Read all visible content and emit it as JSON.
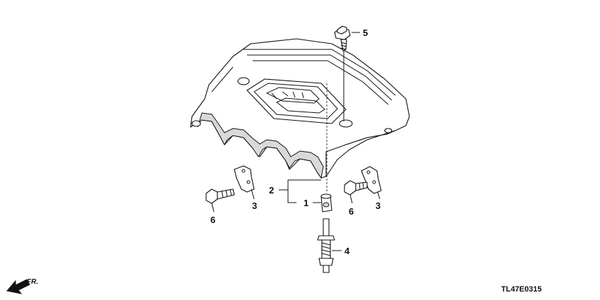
{
  "diagram": {
    "callouts": {
      "c1": "1",
      "c2": "2",
      "c3_left": "3",
      "c3_right": "3",
      "c4": "4",
      "c5": "5",
      "c6_left": "6",
      "c6_right": "6"
    },
    "direction_label": "FR.",
    "diagram_code": "TL47E0315"
  }
}
